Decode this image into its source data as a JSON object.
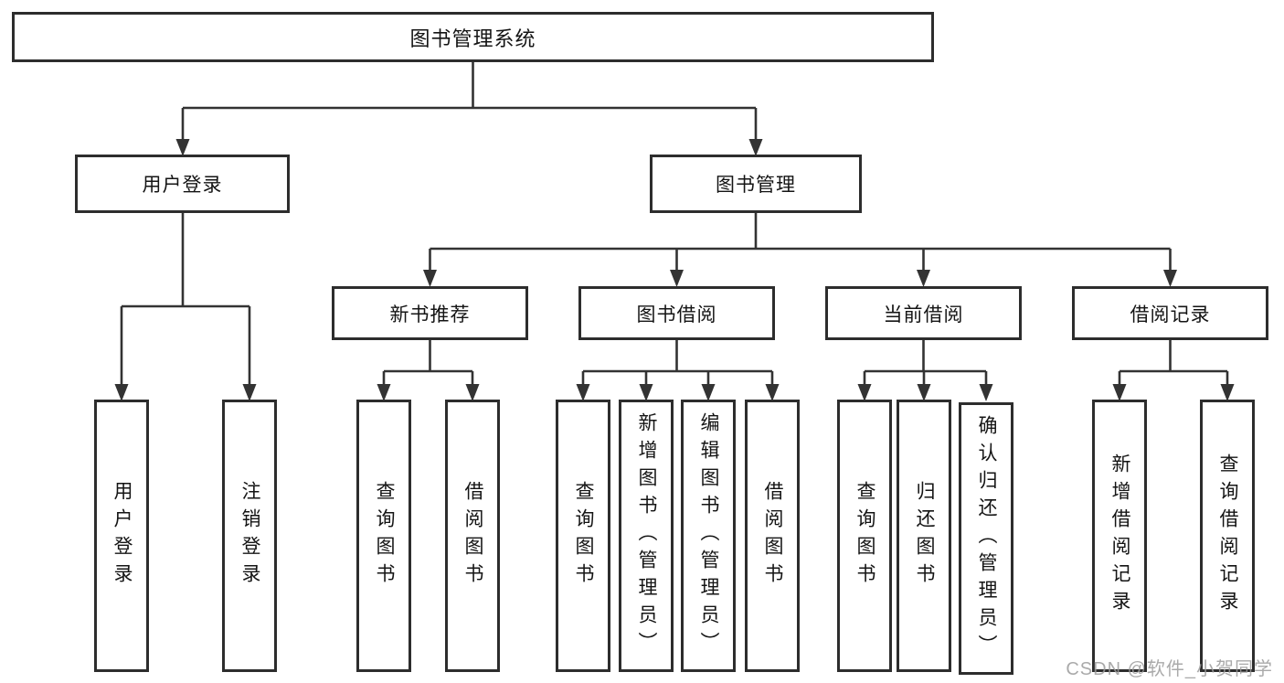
{
  "tree": {
    "root": "图书管理系统",
    "login": {
      "label": "用户登录",
      "children": [
        "用户登录",
        "注销登录"
      ]
    },
    "mgmt": {
      "label": "图书管理",
      "sections": [
        {
          "label": "新书推荐",
          "children": [
            "查询图书",
            "借阅图书"
          ]
        },
        {
          "label": "图书借阅",
          "children": [
            "查询图书",
            "新增图书（管理员）",
            "编辑图书（管理员）",
            "借阅图书"
          ]
        },
        {
          "label": "当前借阅",
          "children": [
            "查询图书",
            "归还图书",
            "确认归还（管理员）"
          ]
        },
        {
          "label": "借阅记录",
          "children": [
            "新增借阅记录",
            "查询借阅记录"
          ]
        }
      ]
    }
  },
  "watermark": "CSDN @软件_小贺同学",
  "colors": {
    "line": "#333333",
    "border": "#2d2d2d",
    "text": "#141414",
    "watermark": "#9b9b9b"
  }
}
